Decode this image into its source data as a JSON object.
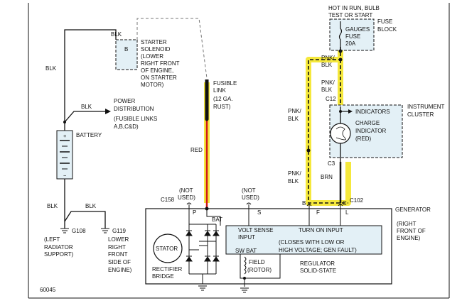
{
  "figure_number": "60045",
  "wire_labels": {
    "blk_top": "BLK",
    "blk_solenoid": "BLK",
    "blk_dist": "BLK",
    "blk_lower1": "BLK",
    "blk_lower2": "BLK",
    "red": "RED",
    "pnk_blk_1a": "PNK/",
    "pnk_blk_1b": "BLK",
    "pnk_blk_2a": "PNK/",
    "pnk_blk_2b": "BLK",
    "pnk_blk_3a": "PNK/",
    "pnk_blk_3b": "BLK",
    "pnk_blk_4a": "PNK/",
    "pnk_blk_4b": "BLK",
    "brn": "BRN"
  },
  "starter_solenoid": {
    "pin": "B",
    "lines": [
      "STARTER",
      "SOLENOID",
      "(LOWER",
      "RIGHT FRONT",
      "OF ENGINE,",
      "ON STARTER",
      "MOTOR)"
    ]
  },
  "power_distribution": {
    "lines": [
      "POWER",
      "DISTRIBUTION",
      "(FUSIBLE LINKS",
      "A,B,C&D)"
    ]
  },
  "battery": {
    "label": "BATTERY",
    "plus": "+",
    "minus": "−"
  },
  "fusible_link": {
    "lines": [
      "FUSIBLE",
      "LINK",
      "(12 GA.",
      "RUST)"
    ]
  },
  "fuse": {
    "hot_lines": [
      "HOT IN RUN, BULB",
      "TEST OR START"
    ],
    "block_lines": [
      "FUSE",
      "BLOCK"
    ],
    "fuse_lines": [
      "GAUGES",
      "FUSE",
      "20A"
    ]
  },
  "connectors": {
    "c12": "C12",
    "c3": "C3",
    "c158": "C158",
    "c102": "C102"
  },
  "instrument_cluster": {
    "title_lines": [
      "INSTRUMENT",
      "CLUSTER"
    ],
    "indicators": "INDICATORS",
    "charge_lines": [
      "CHARGE",
      "INDICATOR",
      "(RED)"
    ]
  },
  "not_used_left": [
    "(NOT",
    "USED)"
  ],
  "not_used_right": [
    "(NOT",
    "USED)"
  ],
  "generator": {
    "title": "GENERATOR",
    "location_lines": [
      "(RIGHT",
      "FRONT OF",
      "ENGINE)"
    ],
    "pins": {
      "p": "P",
      "s": "S",
      "b": "B",
      "f": "F",
      "c": "C",
      "l": "L"
    },
    "bat": "BAT",
    "volt_sense": [
      "VOLT SENSE",
      "INPUT"
    ],
    "turn_on": "TURN ON INPUT",
    "closes": [
      "(CLOSES WITH LOW OR",
      "HIGH VOLTAGE; GEN FAULT)"
    ],
    "sw_bat": "SW BAT",
    "field": [
      "FIELD",
      "(ROTOR)"
    ],
    "stator": "STATOR",
    "rectifier": [
      "RECTIFIER",
      "BRIDGE"
    ],
    "regulator": [
      "REGULATOR",
      "SOLID-STATE"
    ]
  },
  "grounds": {
    "g108": "G108",
    "g108_lines": [
      "(LEFT",
      "RADIATOR",
      "SUPPORT)"
    ],
    "g119": "G119",
    "g119_lines": [
      "LOWER",
      "RIGHT",
      "FRONT",
      "SIDE OF",
      "ENGINE)"
    ]
  },
  "colors": {
    "highlight": "#f5e83c",
    "red_wire": "#d01818",
    "panel_fill": "#e3f0f6",
    "line": "#111111"
  }
}
